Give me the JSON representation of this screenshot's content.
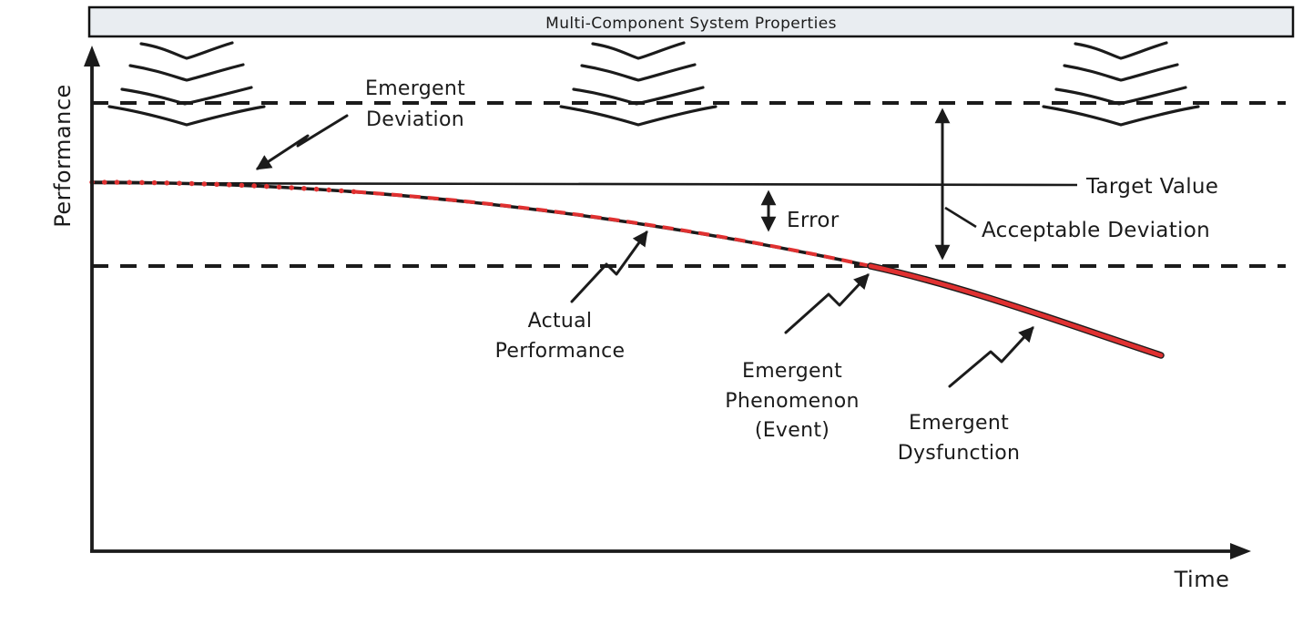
{
  "title": "Multi-Component System Properties",
  "axes": {
    "y_label": "Performance",
    "x_label": "Time"
  },
  "labels": {
    "emergent_deviation": [
      "Emergent",
      "Deviation"
    ],
    "error": "Error",
    "actual_performance": [
      "Actual",
      "Performance"
    ],
    "emergent_phenomenon": [
      "Emergent",
      "Phenomenon",
      "(Event)"
    ],
    "emergent_dysfunction": [
      "Emergent",
      "Dysfunction"
    ],
    "acceptable_deviation": "Acceptable Deviation",
    "target_value": "Target Value"
  },
  "colors": {
    "ink": "#1b1b1b",
    "warning_red": "#e03131",
    "title_bar_bg": "#e9edf1"
  },
  "icons": {
    "component_stack": "three hand-drawn stacks of four nested downward chevrons along the upper bound line"
  },
  "figure": {
    "type": "conceptual-line-chart",
    "x_axis": "Time",
    "y_axis": "Performance",
    "lines": [
      {
        "name": "Target Value",
        "style": "solid black horizontal line"
      },
      {
        "name": "Acceptable Deviation bounds",
        "style": "two dashed black horizontal lines above and below the target value"
      },
      {
        "name": "Actual Performance",
        "style": "black curve overlaid with red dots then red dashes, gradually drifting below the target value"
      },
      {
        "name": "Emergent Dysfunction",
        "style": "thick solid red curve after the performance curve crosses the lower acceptable bound"
      }
    ],
    "event": "Emergent Phenomenon (Event) marks where Actual Performance crosses the lower Acceptable Deviation bound",
    "annotations": [
      "Emergent Deviation",
      "Error",
      "Actual Performance",
      "Emergent Phenomenon (Event)",
      "Emergent Dysfunction",
      "Acceptable Deviation",
      "Target Value"
    ]
  }
}
